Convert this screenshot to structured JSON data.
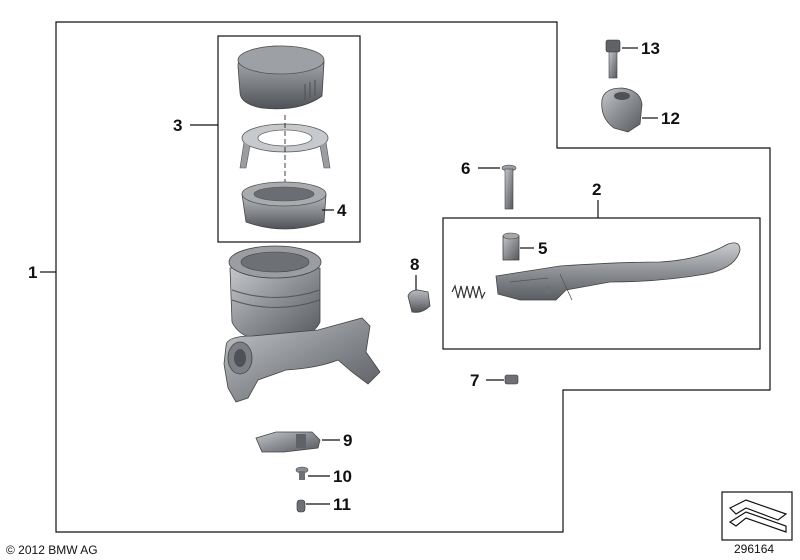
{
  "diagram": {
    "copyright": "© 2012 BMW AG",
    "diagram_number": "296164",
    "callouts": {
      "c1": "1",
      "c2": "2",
      "c3": "3",
      "c4": "4",
      "c5": "5",
      "c6": "6",
      "c7": "7",
      "c8": "8",
      "c9": "9",
      "c10": "10",
      "c11": "11",
      "c12": "12",
      "c13": "13"
    }
  },
  "colors": {
    "line": "#111111",
    "part_dark": "#5f6266",
    "part_mid": "#8a8e92",
    "part_light": "#b7babd",
    "background": "#ffffff"
  }
}
